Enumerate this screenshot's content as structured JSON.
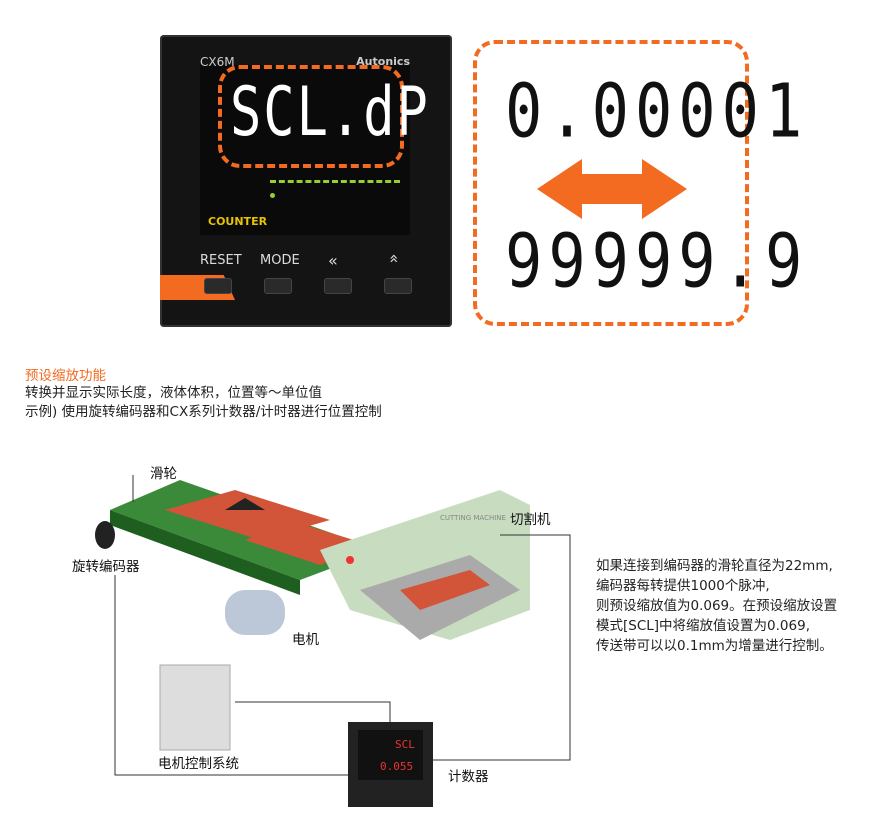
{
  "device": {
    "model": "CX6M",
    "brand": "Autonics",
    "display": "SCL.dP",
    "mode_label": "COUNTER",
    "buttons": [
      "RESET",
      "MODE",
      "«",
      "»"
    ]
  },
  "range": {
    "min": "0.00001",
    "max": "99999.9"
  },
  "description": {
    "title": "预设缩放功能",
    "line1": "转换并显示实际长度，液体体积，位置等～单位值",
    "line2": "示例) 使用旋转编码器和CX系列计数器/计时器进行位置控制"
  },
  "diagram": {
    "pulley": "滑轮",
    "encoder": "旋转编码器",
    "cutter": "切割机",
    "cutter_sign": "CUTTING MACHINE",
    "motor": "电机",
    "motor_control": "电机控制系统",
    "counter": "计数器",
    "counter_display_top": "SCL",
    "counter_display_bottom": "0.055",
    "note": [
      "如果连接到编码器的滑轮直径为22mm,",
      "编码器每转提供1000个脉冲,",
      "则预设缩放值为0.069。在预设缩放设置",
      "模式[SCL]中将缩放值设置为0.069,",
      "传送带可以以0.1mm为增量进行控制。"
    ]
  },
  "colors": {
    "accent": "#f26b21"
  }
}
